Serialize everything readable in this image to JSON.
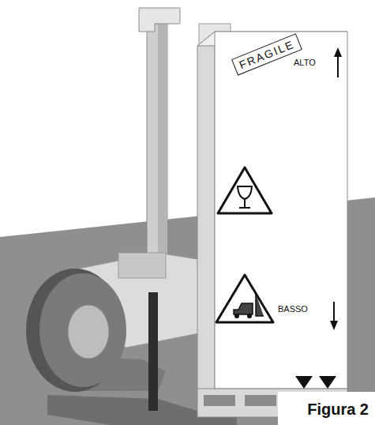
{
  "diagram": {
    "caption": "Figura 2",
    "nodes": [
      {
        "text": [
          "ALTO",
          "BASSO"
        ]
      },
      {
        "text": [
          "FRAGILE"
        ],
        "in": 0
      }
    ]
  }
}
